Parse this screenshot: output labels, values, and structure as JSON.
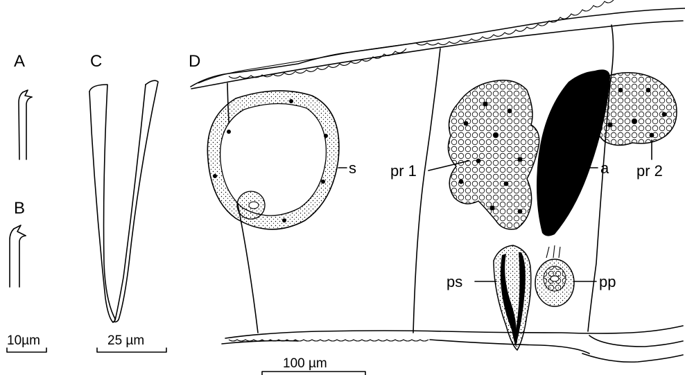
{
  "panels": {
    "a": "A",
    "b": "B",
    "c": "C",
    "d": "D"
  },
  "scale_bars": {
    "ab": "10µm",
    "c": "25 µm",
    "d": "100 µm"
  },
  "labels": {
    "s": "s",
    "pr1": "pr 1",
    "a": "a",
    "pr2": "pr 2",
    "ps": "ps",
    "pp": "pp"
  }
}
